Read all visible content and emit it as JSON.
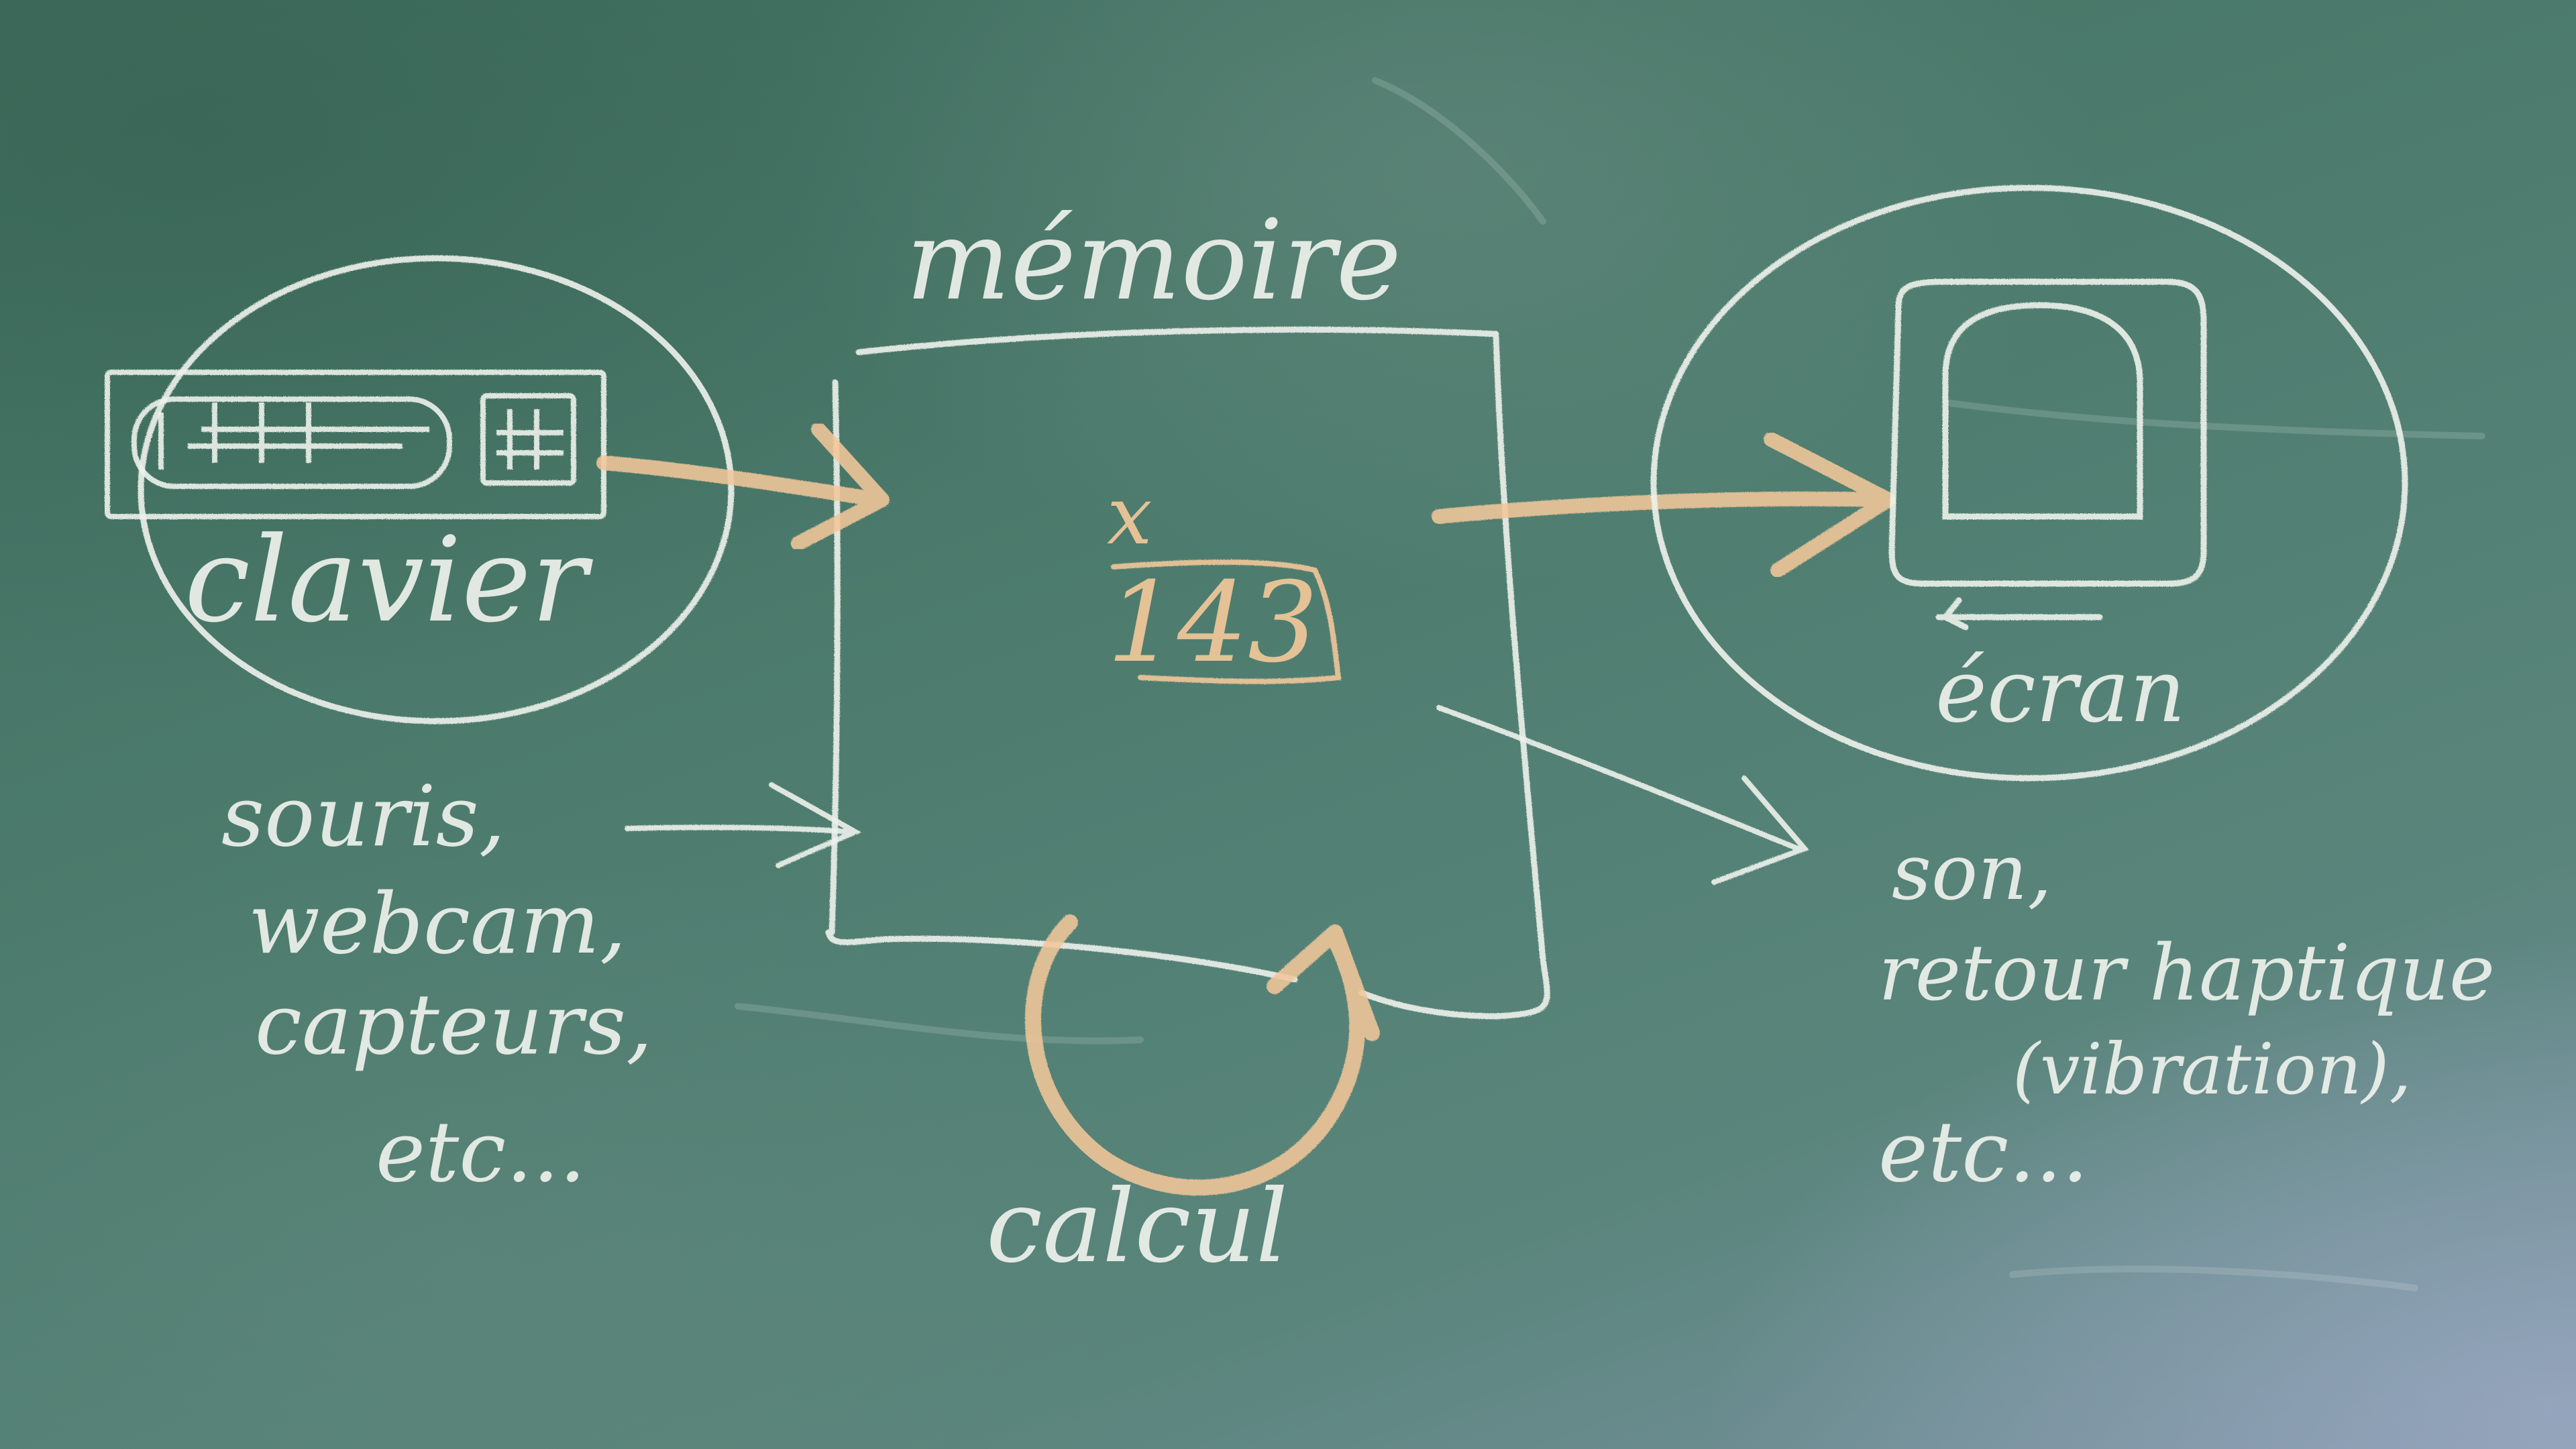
{
  "diagram": {
    "memory_label": "mémoire",
    "variable_name": "x",
    "variable_value": "143",
    "input_label": "clavier",
    "input_others": [
      "souris,",
      "webcam,",
      "capteurs,",
      "etc..."
    ],
    "output_label": "écran",
    "output_others": [
      "son,",
      "retour haptique",
      "(vibration),",
      "etc..."
    ],
    "calc_label": "calcul"
  },
  "colors": {
    "board": "#4d7a6c",
    "chalk_white": "#eef2ec",
    "chalk_orange": "#f2c79a"
  }
}
